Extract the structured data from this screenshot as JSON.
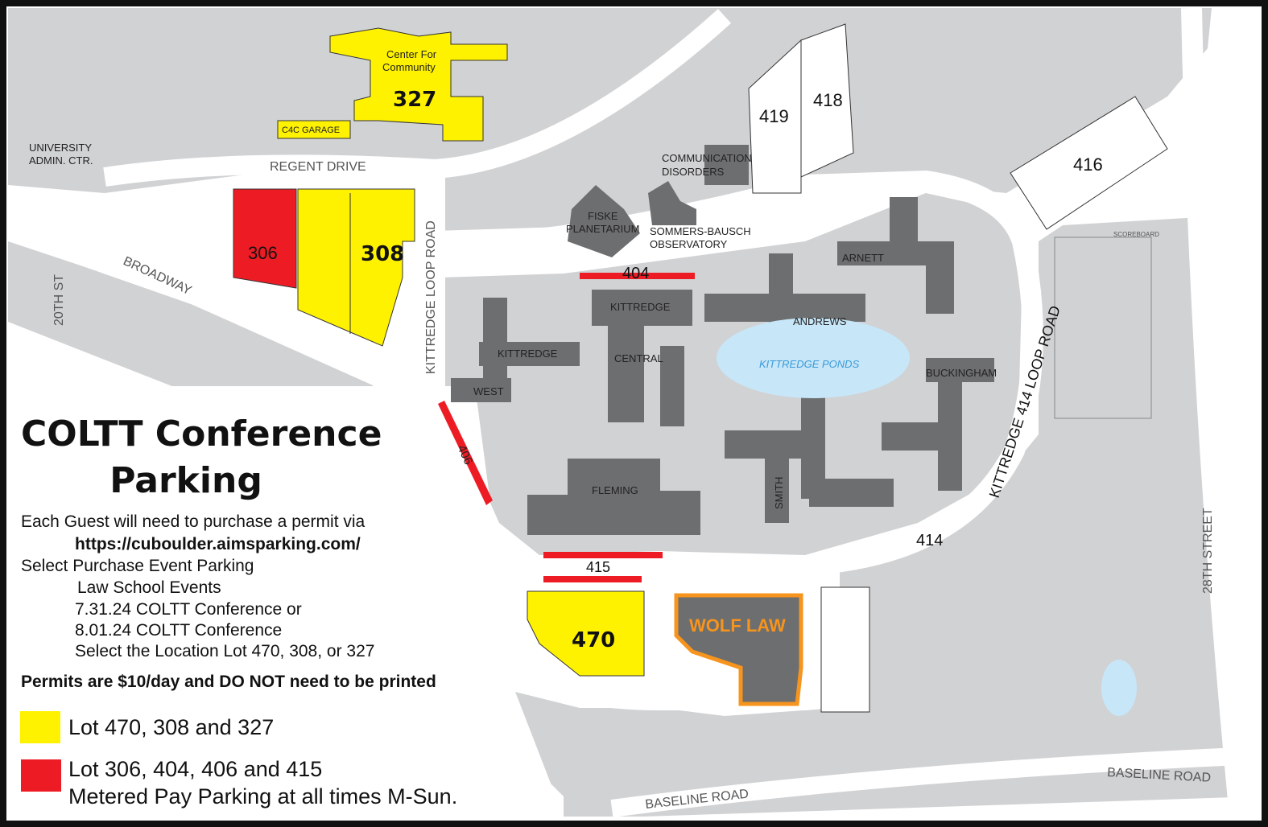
{
  "title_line1": "COLTT Conference",
  "title_line2": "Parking",
  "instructions": {
    "line1": "Each Guest will need to purchase a permit via",
    "url": "https://cuboulder.aimsparking.com/",
    "line3": "Select  Purchase Event Parking",
    "line4": "Law School Events",
    "line5": "7.31.24 COLTT Conference or",
    "line6": "8.01.24 COLTT Conference",
    "line7": "Select the Location Lot 470, 308, or 327",
    "permit_note": "Permits are $10/day and DO NOT need to be printed"
  },
  "legend": [
    {
      "color": "#fff200",
      "label": "Lot 470, 308 and 327"
    },
    {
      "color": "#ed1c24",
      "label": "Lot 306, 404, 406 and 415",
      "label2": "Metered Pay Parking at all times M-Sun."
    }
  ],
  "colors": {
    "event_lot": "#fff200",
    "metered_lot": "#ed1c24",
    "building": "#6d6e70",
    "campus": "#d1d2d4",
    "wolf_law_outline": "#f7941d",
    "pond": "#c7e6f7"
  },
  "map_labels": {
    "c4c": "Center For",
    "c4c2": "Community",
    "lot327": "327",
    "c4c_garage": "C4C GARAGE",
    "admin": "UNIVERSITY",
    "admin2": "ADMIN. CTR.",
    "regent": "REGENT DRIVE",
    "lot306": "306",
    "lot308": "308",
    "kittredge_loop_west": "KITTREDGE LOOP ROAD",
    "st20": "20TH ST",
    "broadway": "BROADWAY",
    "fiske": "FISKE",
    "fiske2": "PLANETARIUM",
    "comm": "COMMUNICATION",
    "comm2": "DISORDERS",
    "sommers": "SOMMERS-BAUSCH",
    "sommers2": "OBSERVATORY",
    "lot419": "419",
    "lot418": "418",
    "lot416": "416",
    "lot404": "404",
    "arnett": "ARNETT",
    "kittredge_a": "KITTREDGE",
    "kittredge_b": "KITTREDGE",
    "andrews": "ANDREWS",
    "central": "CENTRAL",
    "west": "WEST",
    "ponds": "KITTREDGE PONDS",
    "buckingham": "BUCKINGHAM",
    "kittredge_loop_east": "KITTREDGE 414 LOOP ROAD",
    "scoreboard": "SCOREBOARD",
    "lot406": "406",
    "fleming": "FLEMING",
    "smith": "SMITH",
    "lot414": "414",
    "lot415": "415",
    "lot470": "470",
    "wolf_law": "WOLF LAW",
    "st28": "28TH STREET",
    "baseline_a": "BASELINE ROAD",
    "baseline_b": "BASELINE ROAD"
  }
}
